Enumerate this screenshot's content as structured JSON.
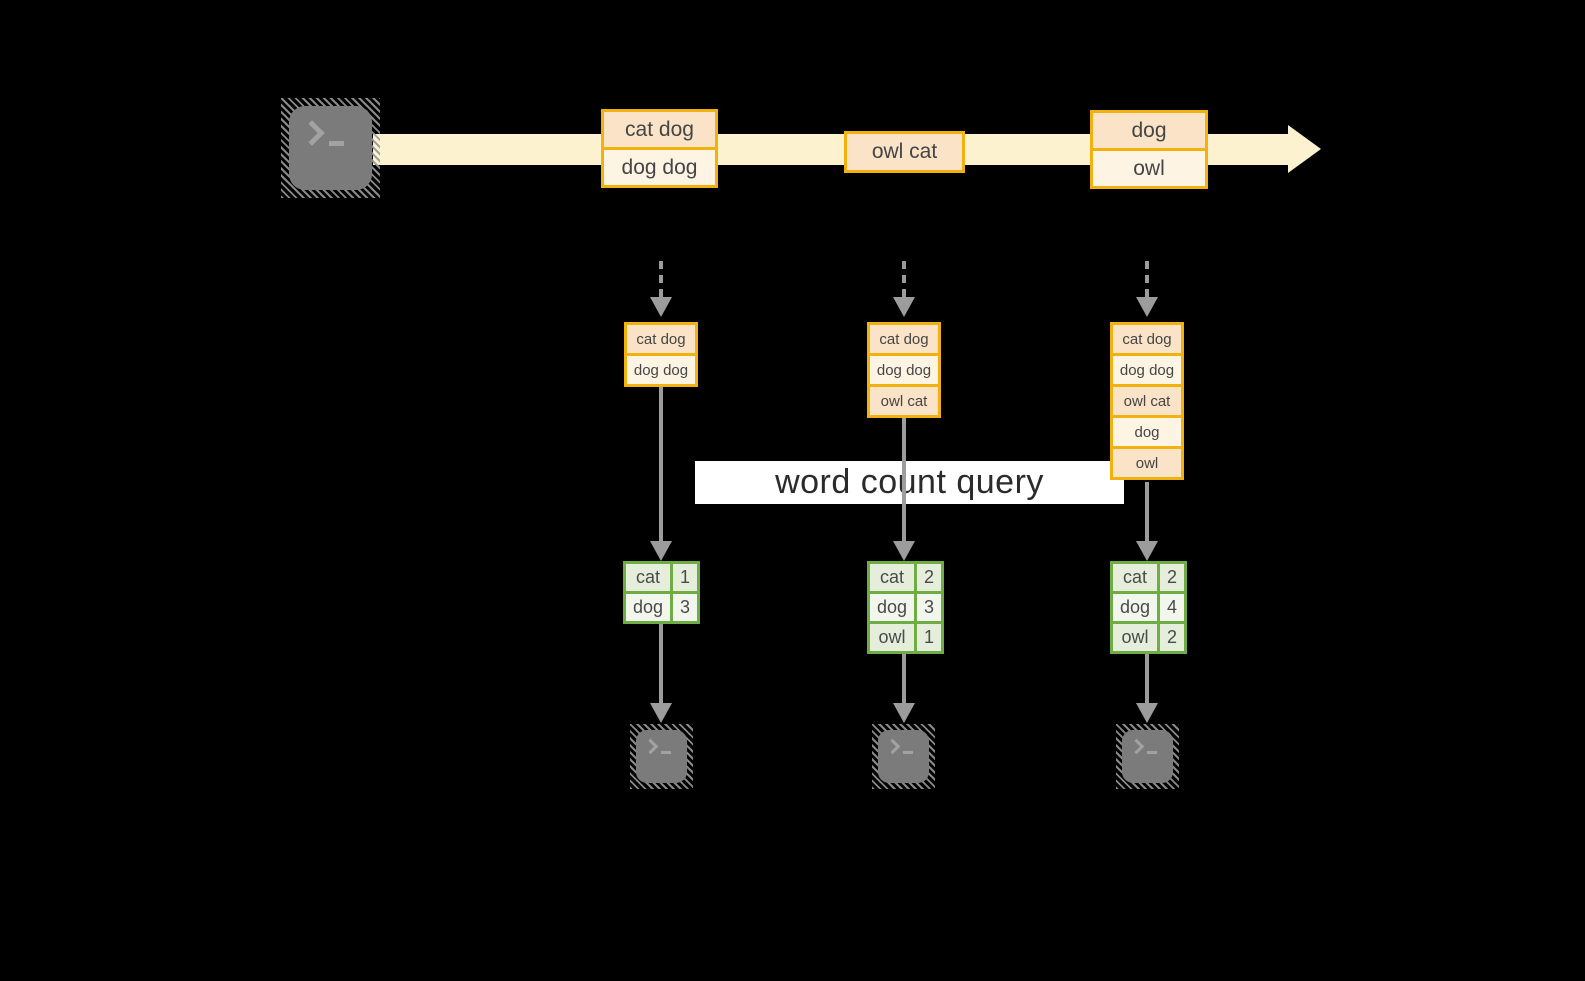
{
  "query_label": "word count query",
  "stream": {
    "events_box1": [
      "cat dog",
      "dog dog"
    ],
    "event_single": "owl cat",
    "events_box2": [
      "dog",
      "owl"
    ]
  },
  "columns": [
    {
      "buffer": [
        "cat dog",
        "dog dog"
      ],
      "counts": [
        {
          "word": "cat",
          "count": "1"
        },
        {
          "word": "dog",
          "count": "3"
        }
      ]
    },
    {
      "buffer": [
        "cat dog",
        "dog dog",
        "owl cat"
      ],
      "counts": [
        {
          "word": "cat",
          "count": "2"
        },
        {
          "word": "dog",
          "count": "3"
        },
        {
          "word": "owl",
          "count": "1"
        }
      ]
    },
    {
      "buffer": [
        "cat dog",
        "dog dog",
        "owl cat",
        "dog",
        "owl"
      ],
      "counts": [
        {
          "word": "cat",
          "count": "2"
        },
        {
          "word": "dog",
          "count": "4"
        },
        {
          "word": "owl",
          "count": "2"
        }
      ]
    }
  ],
  "icons": {
    "source": "terminal-icon",
    "sinks": [
      "terminal-icon",
      "terminal-icon",
      "terminal-icon"
    ],
    "stream_arrow": "right-arrow-icon",
    "flow_arrow": "down-arrow-icon"
  },
  "colors": {
    "background": "#000000",
    "stream_band": "#fcf2cf",
    "event_border": "#f1b20f",
    "event_fill_peach": "#fae3c6",
    "event_fill_cream": "#fdf4e4",
    "table_border": "#6fad44",
    "table_fill_dark": "#e5eedb",
    "table_fill_light": "#f2f7ed",
    "arrow_gray": "#9c9c9c",
    "terminal_gray": "#7b7b7b",
    "text_dark": "#454545",
    "query_text": "#2b2b2b"
  }
}
